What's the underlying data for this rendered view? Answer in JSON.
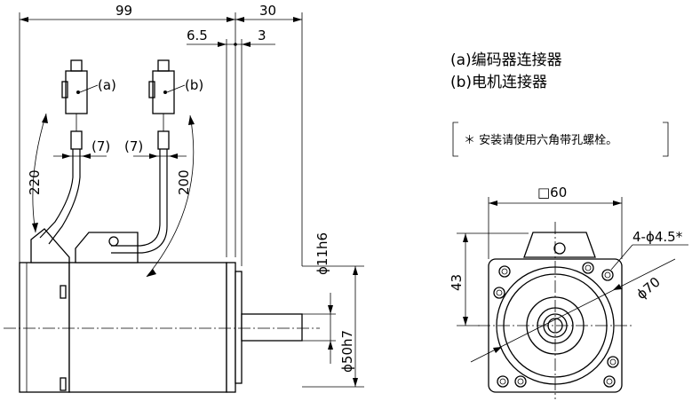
{
  "dimensions": {
    "total_length": "99",
    "flange_to_shaft": "30",
    "flange_thickness": "6.5",
    "shaft_offset": "3",
    "cable_a_length": "220",
    "cable_b_length": "200",
    "sleeve_a": "(7)",
    "sleeve_b": "(7)",
    "shaft_diameter": "ϕ11h6",
    "spigot_diameter": "ϕ50h7",
    "flange_square": "□60",
    "center_height": "43",
    "mount_holes": "4-ϕ4.5*",
    "bolt_circle": "ϕ70"
  },
  "labels": {
    "connector_a_tag": "(a)",
    "connector_b_tag": "(b)"
  },
  "legend": {
    "a": "(a)编码器连接器",
    "b": "(b)电机连接器"
  },
  "note": "＊ 安装请使用六角带孔螺栓。"
}
